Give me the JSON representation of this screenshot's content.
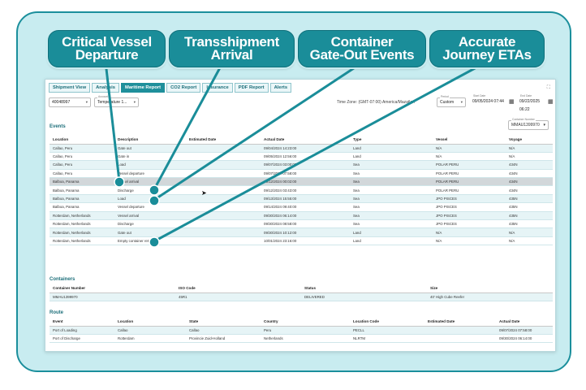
{
  "callouts": [
    {
      "label": "Critical Vessel\nDeparture"
    },
    {
      "label": "Transshipment\nArrival"
    },
    {
      "label": "Container\nGate-Out Events"
    },
    {
      "label": "Accurate\nJourney ETAs"
    }
  ],
  "tabs": [
    {
      "label": "Shipment View"
    },
    {
      "label": "Analysis"
    },
    {
      "label": "Maritime Report"
    },
    {
      "label": "CO2 Report"
    },
    {
      "label": "Insurance"
    },
    {
      "label": "PDF Report"
    },
    {
      "label": "Alerts"
    }
  ],
  "controls": {
    "shipment_id": "40048997",
    "account_label": "Account",
    "account_value": "Temperature 1...",
    "timezone": "Time Zone: (GMT-07:00) America/Mazatlan",
    "period_label": "Period",
    "period_value": "Custom",
    "start_label": "Start Date",
    "start_value": "09/05/2024 07:44",
    "end_label": "End Date",
    "end_value": "09/22/2025 06:22"
  },
  "events": {
    "title": "Events",
    "container_label": "Container Number",
    "container_value": "MMAU1399970",
    "headers": [
      "Location",
      "Description",
      "Estimated Date",
      "Actual Date",
      "Type",
      "Vessel",
      "Voyage"
    ],
    "rows": [
      [
        "Callao, Peru",
        "Gate out",
        "",
        "09/04/2024 14:23:00",
        "Land",
        "N/A",
        "N/A"
      ],
      [
        "Callao, Peru",
        "Gate in",
        "",
        "09/05/2024 12:56:00",
        "Land",
        "N/A",
        "N/A"
      ],
      [
        "Callao, Peru",
        "Load",
        "",
        "09/07/2024 03:00:00",
        "Sea",
        "POLAR PERU",
        "434N"
      ],
      [
        "Callao, Peru",
        "Vessel departure",
        "",
        "09/07/2024 07:58:00",
        "Sea",
        "POLAR PERU",
        "434N"
      ],
      [
        "Balboa, Panama",
        "Vessel arrival",
        "",
        "09/12/2024 00:02:00",
        "Sea",
        "POLAR PERU",
        "434N"
      ],
      [
        "Balboa, Panama",
        "Discharge",
        "",
        "09/12/2024 03:43:00",
        "Sea",
        "POLAR PERU",
        "434N"
      ],
      [
        "Balboa, Panama",
        "Load",
        "",
        "09/13/2024 15:55:00",
        "Sea",
        "JPO PISCES",
        "435N"
      ],
      [
        "Balboa, Panama",
        "Vessel departure",
        "",
        "09/14/2024 09:40:00",
        "Sea",
        "JPO PISCES",
        "435N"
      ],
      [
        "Rotterdam, Netherlands",
        "Vessel arrival",
        "",
        "09/30/2024 06:14:00",
        "Sea",
        "JPO PISCES",
        "435N"
      ],
      [
        "Rotterdam, Netherlands",
        "Discharge",
        "",
        "09/30/2024 08:58:00",
        "Sea",
        "JPO PISCES",
        "435N"
      ],
      [
        "Rotterdam, Netherlands",
        "Gate out",
        "",
        "09/30/2024 10:12:00",
        "Land",
        "N/A",
        "N/A"
      ],
      [
        "Rotterdam, Netherlands",
        "Empty container return",
        "",
        "10/01/2024 23:16:00",
        "Land",
        "N/A",
        "N/A"
      ]
    ]
  },
  "containers": {
    "title": "Containers",
    "headers": [
      "Container Number",
      "ISO Code",
      "Status",
      "Size"
    ],
    "rows": [
      [
        "MMAU1399970",
        "45R1",
        "DELIVERED",
        "40' High Cube Reefer"
      ]
    ]
  },
  "route": {
    "title": "Route",
    "headers": [
      "Event",
      "Location",
      "State",
      "Country",
      "Location Code",
      "Estimated Date",
      "Actual Date"
    ],
    "rows": [
      [
        "Port of Loading",
        "Callao",
        "Callao",
        "Peru",
        "PECLL",
        "",
        "09/07/2024 07:58:00"
      ],
      [
        "Port of Discharge",
        "Rotterdam",
        "Provincie Zuid-Holland",
        "Netherlands",
        "NLRTM",
        "",
        "09/30/2024 06:14:00"
      ]
    ]
  },
  "colors": {
    "accent": "#1a8d99",
    "background_card": "#c8ecf0",
    "row_stripe": "#e6f4f6"
  }
}
